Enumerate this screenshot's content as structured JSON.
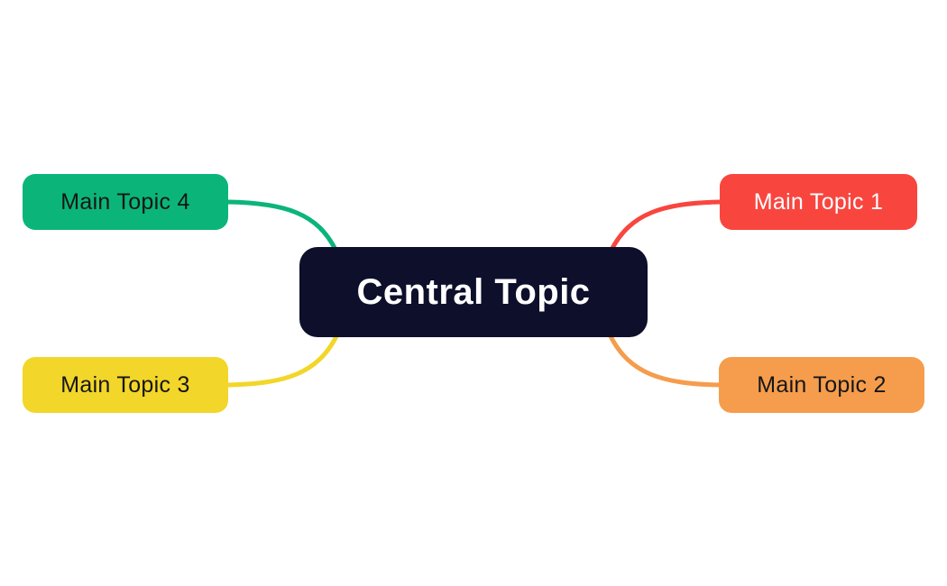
{
  "canvas": {
    "background": "#ffffff"
  },
  "central": {
    "label": "Central Topic",
    "color": "#0d0f2b",
    "text_color": "#ffffff"
  },
  "branches": [
    {
      "label": "Main Topic 1",
      "color": "#f8463f",
      "text_color": "#ffffff",
      "position": "top-right"
    },
    {
      "label": "Main Topic 2",
      "color": "#f59d4d",
      "text_color": "#161616",
      "position": "bottom-right"
    },
    {
      "label": "Main Topic 3",
      "color": "#f2d629",
      "text_color": "#161616",
      "position": "bottom-left"
    },
    {
      "label": "Main Topic 4",
      "color": "#0bb57a",
      "text_color": "#161616",
      "position": "top-left"
    }
  ]
}
